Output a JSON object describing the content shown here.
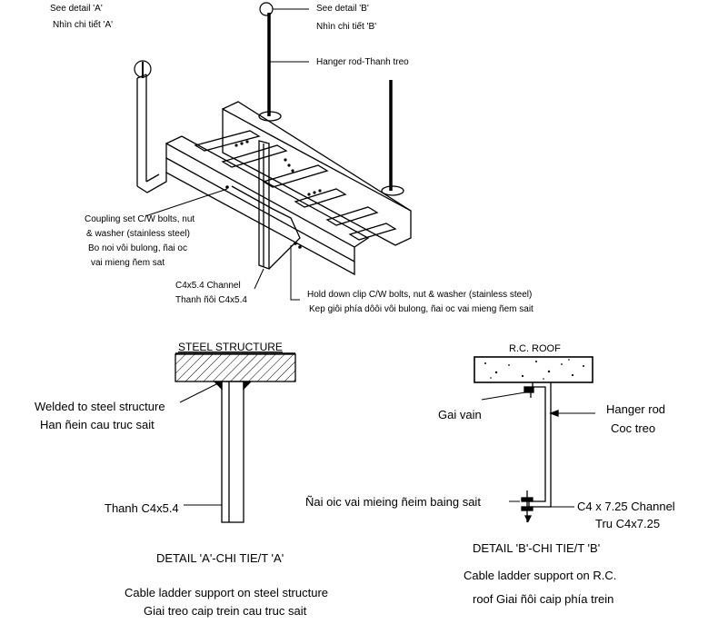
{
  "iso": {
    "see_a_en": "See detail  'A'",
    "see_a_vn": "Nhìn chi tiết 'A'",
    "see_b_en": "See detail  'B'",
    "see_b_vn": "Nhìn chi tiết  'B'",
    "hanger_rod": "Hanger rod-Thanh   treo",
    "coupling_1": "Coupling  set C/W bolts, nut",
    "coupling_2": "& washer (stainless steel)",
    "coupling_3": "Bo noi vôi bulong, ñai oc",
    "coupling_4": "vai mieng ñem sat",
    "channel_en": "C4x5.4 Channel",
    "channel_vn": "Thanh  ñôi C4x5.4",
    "clip_en": "Hold  down clip C/W bolts, nut & washer (stainless steel)",
    "clip_vn": "Kep giôi phía  dôôi vôi bulong, ñai oc vai mieng ñem sait"
  },
  "detail_a": {
    "header": "STEEL  STRUCTURE",
    "welded_en": "Welded  to steel structure",
    "welded_vn": "Han  ñein  cau truc sait",
    "thanh": "Thanh  C4x5.4",
    "title": "DETAIL  'A'-CHI  TIE/T  'A'",
    "caption_1": "Cable  ladder  support on steel structure",
    "caption_2": "Giai treo caip trein cau truc sait"
  },
  "detail_b": {
    "header": "R.C. ROOF",
    "gai_van": "Gai  vain",
    "hanger_en": "Hanger rod",
    "hanger_vn": "Coc treo",
    "nut_label": "Ñai  oic vai mieing ñeim  baing sait",
    "channel_en": "C4 x 7.25 Channel",
    "channel_vn": "Tru  C4x7.25",
    "title": "DETAIL  'B'-CHI  TIE/T 'B'",
    "caption_1": "Cable  ladder  support on R.C.",
    "caption_2": "roof Giai ñôi caip phía  trein"
  }
}
